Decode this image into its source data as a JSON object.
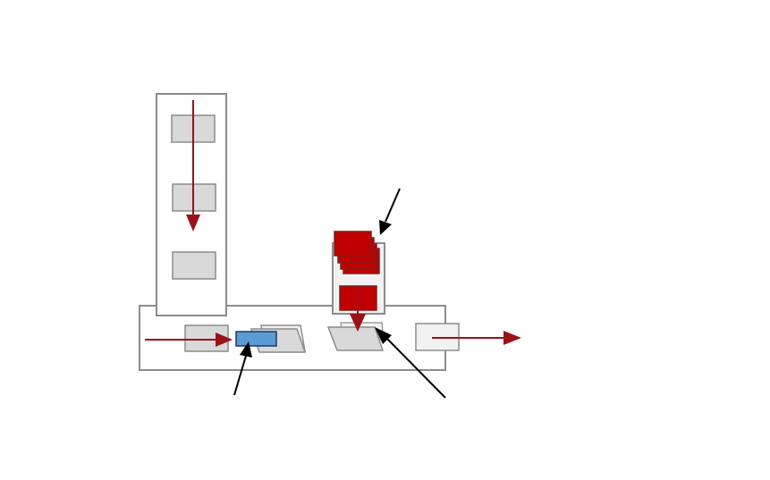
{
  "diagram": {
    "colors": {
      "background": "#ffffff",
      "frame_stroke": "#8c8c8c",
      "station_fill": "#d9d9d9",
      "light_fill": "#f2f2f2",
      "flow_arrow": "#9b1118",
      "pointer_arrow": "#000000",
      "red_item": "#c00000",
      "red_item_stroke": "#7f1d1d",
      "blue_item": "#5b9bd5",
      "blue_item_stroke": "#1f3864"
    },
    "components": {
      "vertical_column": "column",
      "horizontal_base": "base",
      "column_stations": 3,
      "red_stack_layers": 4
    },
    "text_labels": []
  }
}
